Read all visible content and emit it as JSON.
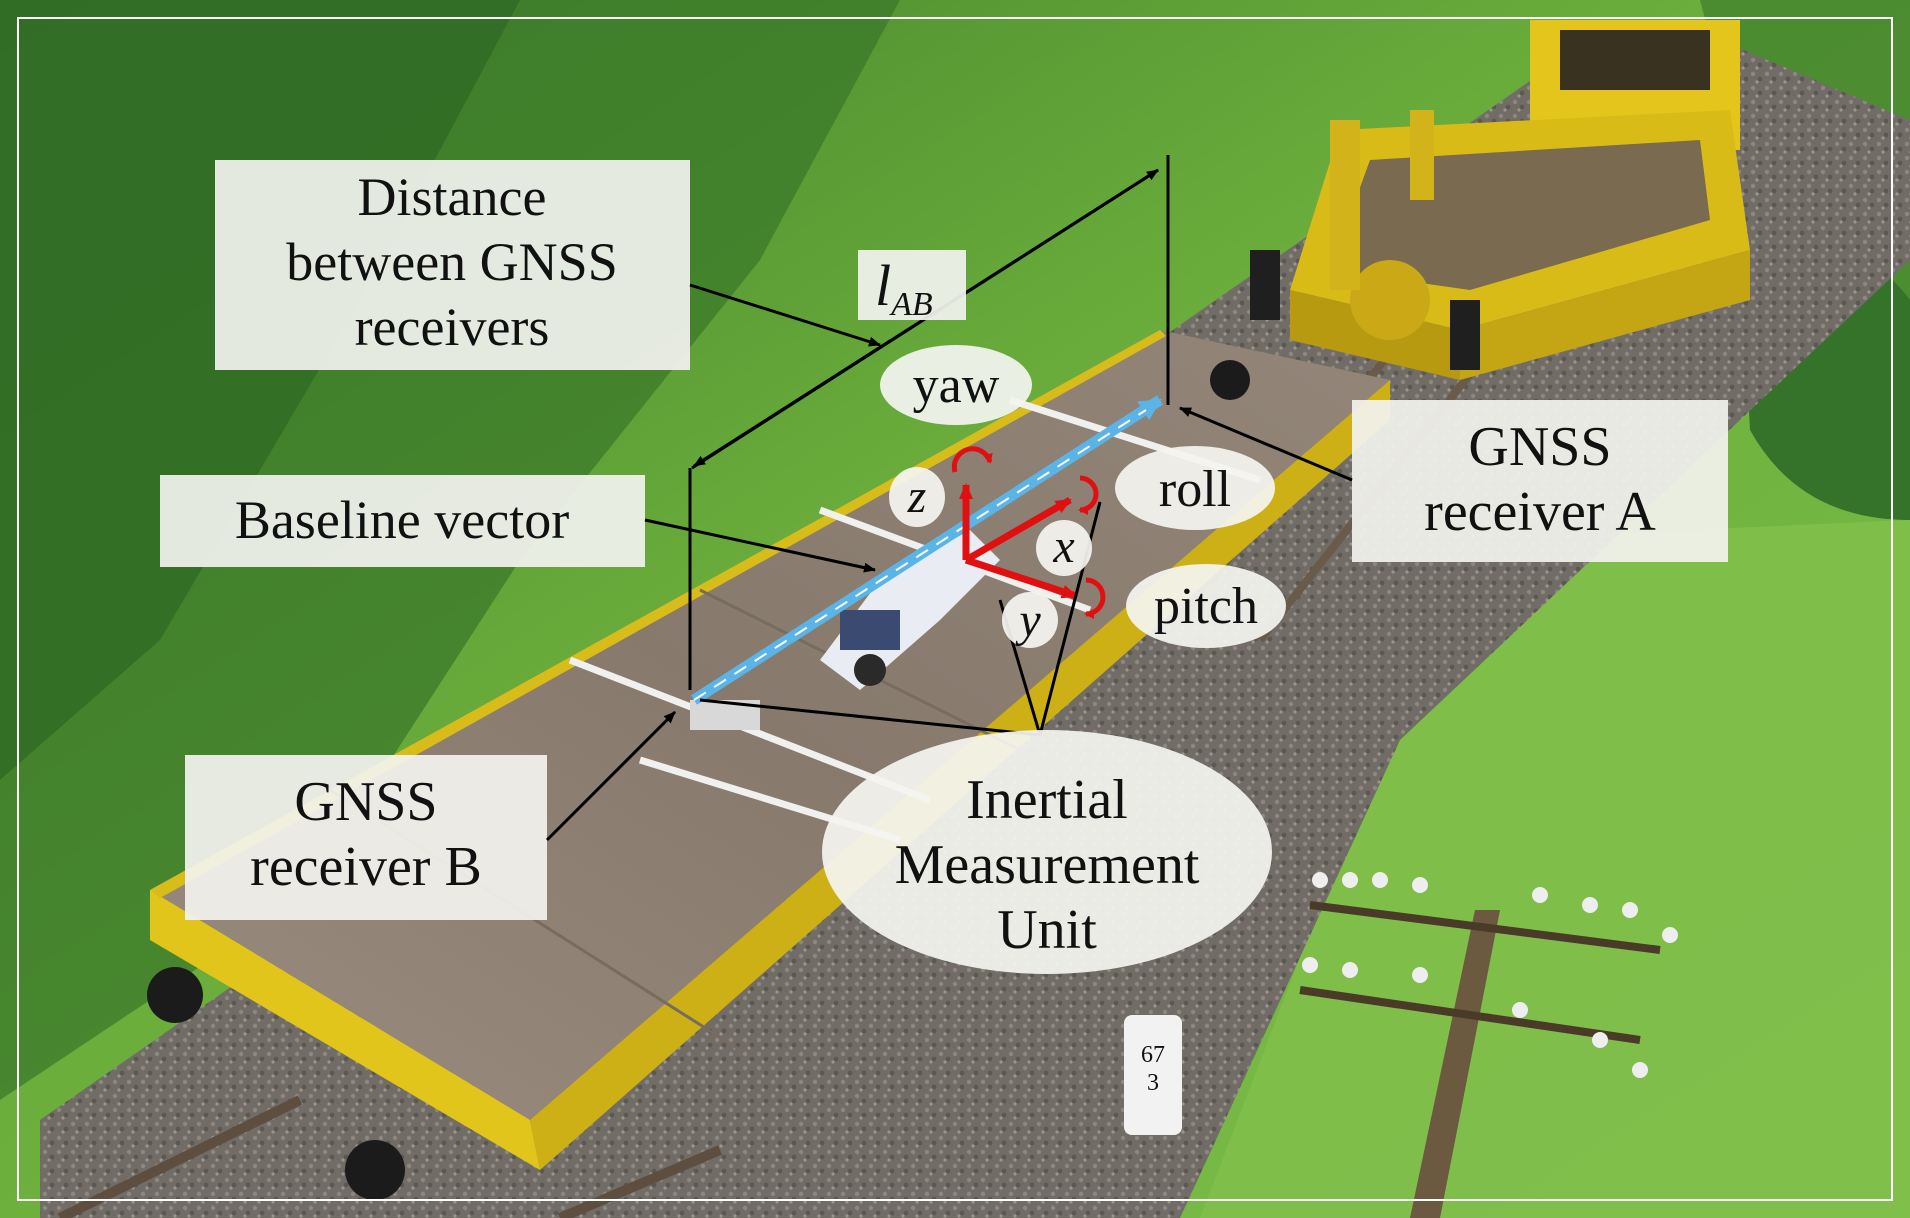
{
  "labels": {
    "distance_line1": "Distance",
    "distance_line2": "between GNSS",
    "distance_line3": "receivers",
    "lab_symbol": "l",
    "lab_subscript": "AB",
    "yaw": "yaw",
    "roll": "roll",
    "pitch": "pitch",
    "axis_x": "x",
    "axis_y": "y",
    "axis_z": "z",
    "baseline_vector": "Baseline vector",
    "gnss_a_line1": "GNSS",
    "gnss_a_line2": "receiver A",
    "gnss_b_line1": "GNSS",
    "gnss_b_line2": "receiver B",
    "imu_line1": "Inertial",
    "imu_line2": "Measurement",
    "imu_line3": "Unit",
    "km_post_line1": "67",
    "km_post_line2": "3"
  },
  "colors": {
    "grass": "#5a9a32",
    "grass_light": "#86c24d",
    "forest": "#2f6a24",
    "ballast": "#6e6a64",
    "deck": "#8c7f72",
    "wagon_frame": "#e2c51a",
    "machine": "#e8c81a",
    "baseline_arrow": "#5ab4e8",
    "axis_red": "#e01010",
    "annotation": "#000000"
  }
}
